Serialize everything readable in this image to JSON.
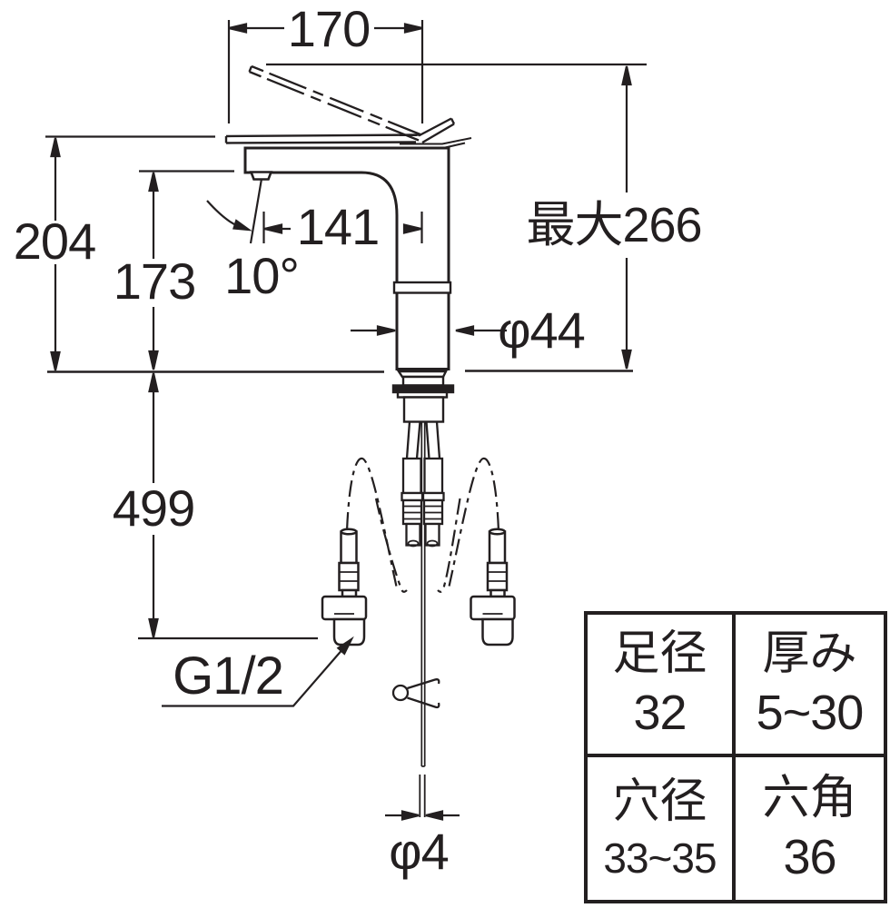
{
  "drawing": {
    "title": "faucet-dimension-diagram",
    "colors": {
      "line": "#231f20",
      "background": "#ffffff"
    },
    "dimensions": {
      "handle_width": "170",
      "max_height": "最大266",
      "body_top_height": "204",
      "spout_outlet_height": "173",
      "spout_angle": "10°",
      "spout_reach": "141",
      "body_diameter": "φ44",
      "hose_length": "499",
      "thread_size": "G1/2",
      "rod_diameter": "φ4"
    },
    "spec_table": {
      "cells": [
        {
          "label": "足径",
          "value": "32"
        },
        {
          "label": "厚み",
          "value": "5~30"
        },
        {
          "label": "穴径",
          "value": "33~35"
        },
        {
          "label": "六角",
          "value": "36"
        }
      ]
    }
  }
}
